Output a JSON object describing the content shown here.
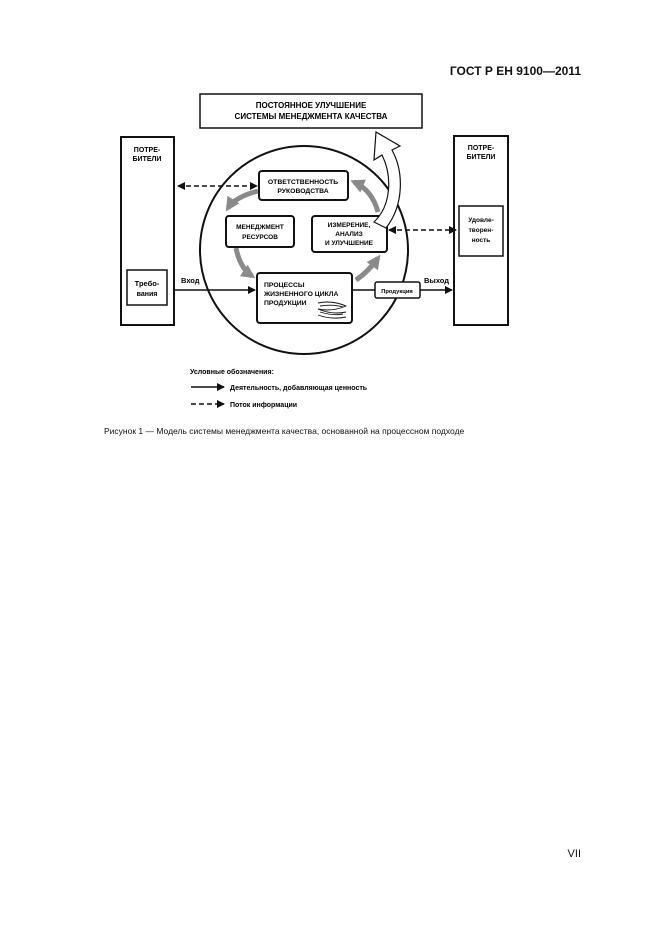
{
  "header": {
    "doc_code": "ГОСТ Р ЕН 9100—2011"
  },
  "diagram": {
    "improvement": {
      "line1": "ПОСТОЯННОЕ УЛУЧШЕНИЕ",
      "line2": "СИСТЕМЫ МЕНЕДЖМЕНТА КАЧЕСТВА"
    },
    "customers_left": {
      "line1": "ПОТРЕ-",
      "line2": "БИТЕЛИ"
    },
    "customers_right": {
      "line1": "ПОТРЕ-",
      "line2": "БИТЕЛИ"
    },
    "requirements": {
      "line1": "Требо-",
      "line2": "вания"
    },
    "satisfaction": {
      "line1": "Удовле-",
      "line2": "творен-",
      "line3": "ность"
    },
    "management": {
      "line1": "ОТВЕТСТВЕННОСТЬ",
      "line2": "РУКОВОДСТВА"
    },
    "resources": {
      "line1": "МЕНЕДЖМЕНТ",
      "line2": "РЕСУРСОВ"
    },
    "measurement": {
      "line1": "ИЗМЕРЕНИЕ,",
      "line2": "АНАЛИЗ",
      "line3": "И УЛУЧШЕНИЕ"
    },
    "lifecycle": {
      "line1": "ПРОЦЕССЫ",
      "line2": "ЖИЗНЕННОГО ЦИКЛА",
      "line3": "ПРОДУКЦИИ"
    },
    "product": "Продукция",
    "input": "Вход",
    "output": "Выход"
  },
  "legend": {
    "title": "Условные обозначения:",
    "solid": "Деятельность, добавляющая ценность",
    "dashed": "Поток информации"
  },
  "caption": "Рисунок 1 — Модель системы менеджмента качества, основанной на процессном подходе",
  "footer": {
    "page": "VII"
  }
}
